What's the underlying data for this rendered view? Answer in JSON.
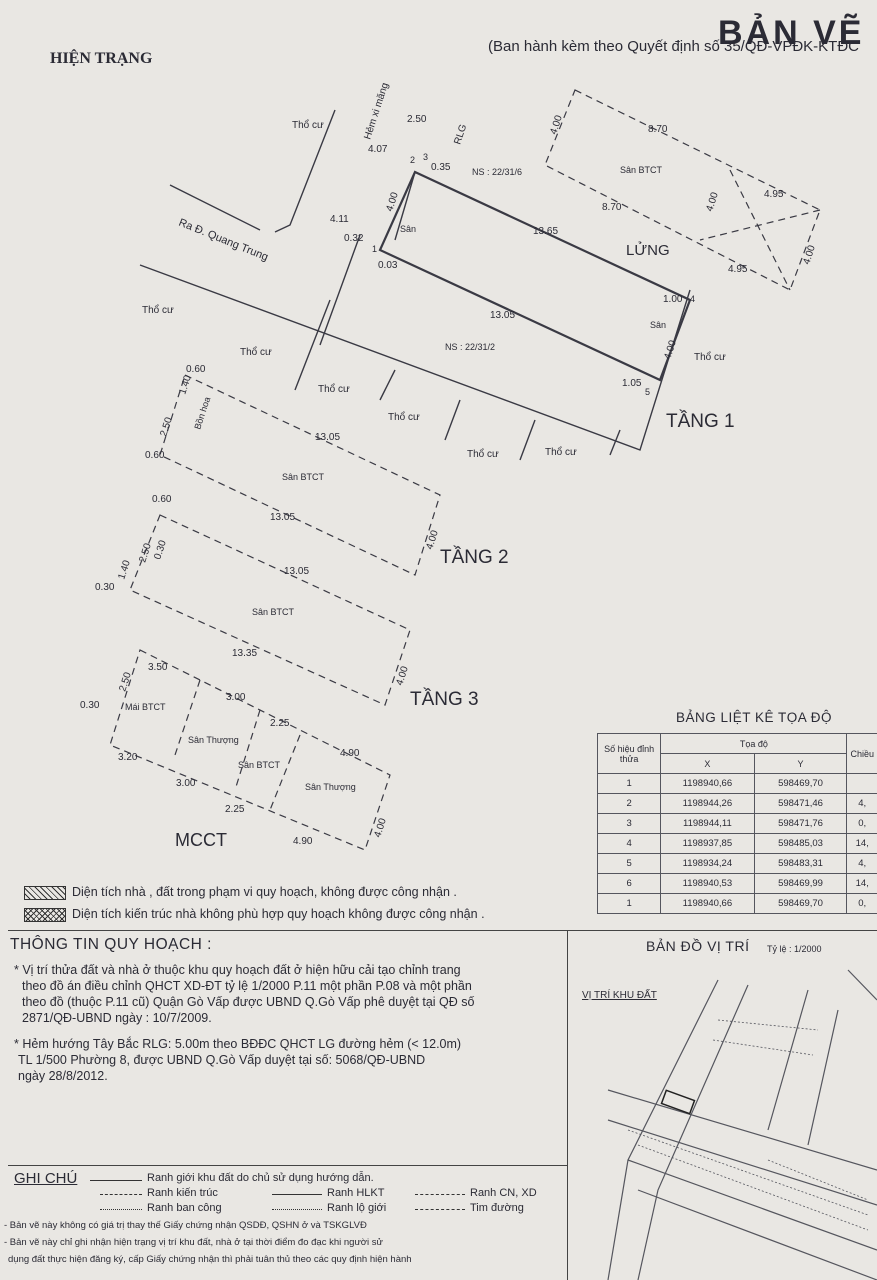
{
  "header": {
    "title": "BẢN VẼ",
    "subtitle": "(Ban hành kèm theo Quyết định số 35/QĐ-VPĐK-KTĐC",
    "left_title": "HIỆN TRẠNG"
  },
  "drawing": {
    "labels": {
      "tho_cu": "Thổ cư",
      "hem": "Hẻm xi măng",
      "rlg": "RLG",
      "ra_duong": "Ra Đ. Quang Trung",
      "ns1": "NS : 22/31/6",
      "ns2": "NS : 22/31/2",
      "san_btct": "Sân BTCT",
      "san": "Sân",
      "lung": "LỬNG",
      "bon_hoa": "Bồn hoa",
      "mai_btct": "Mái BTCT",
      "san_thuong": "Sân Thượng",
      "mcct": "MCCT"
    },
    "floors": {
      "tang1": "TẦNG 1",
      "tang2": "TẦNG 2",
      "tang3": "TẦNG 3"
    },
    "dims": {
      "d250": "2.50",
      "d407": "4.07",
      "d035": "0.35",
      "d400": "4.00",
      "d411": "4.11",
      "d032": "0.32",
      "d003": "0.03",
      "d1365": "13.65",
      "d1305": "13.05",
      "d870": "8.70",
      "d495": "4.95",
      "d100": "1.00",
      "d105": "1.05",
      "d060": "0.60",
      "d140": "1.40",
      "d030": "0.30",
      "d1335": "13.35",
      "d350": "3.50",
      "d300": "3.00",
      "d225": "2.25",
      "d490": "4.90",
      "d320": "3.20",
      "p2": "2",
      "p1": "1",
      "p3": "3",
      "p4": "4",
      "p5": "5"
    }
  },
  "coord_table": {
    "title": "BẢNG LIỆT KÊ TỌA ĐỘ",
    "h_point": "Số hiệu đỉnh thửa",
    "h_coord": "Tọa độ",
    "h_x": "X",
    "h_y": "Y",
    "h_len": "Chiều",
    "rows": [
      {
        "id": "1",
        "x": "1198940,66",
        "y": "598469,70",
        "len": ""
      },
      {
        "id": "2",
        "x": "1198944,26",
        "y": "598471,46",
        "len": "4,"
      },
      {
        "id": "3",
        "x": "1198944,11",
        "y": "598471,76",
        "len": "0,"
      },
      {
        "id": "4",
        "x": "1198937,85",
        "y": "598485,03",
        "len": "14,"
      },
      {
        "id": "5",
        "x": "1198934,24",
        "y": "598483,31",
        "len": "4,"
      },
      {
        "id": "6",
        "x": "1198940,53",
        "y": "598469,99",
        "len": "14,"
      },
      {
        "id": "1",
        "x": "1198940,66",
        "y": "598469,70",
        "len": "0,"
      }
    ]
  },
  "legend": {
    "item1": "Diện tích nhà , đất trong phạm vi quy hoạch, không được công nhận .",
    "item2": "Diện tích kiến trúc nhà không phù hợp quy hoạch không được công nhận ."
  },
  "planning": {
    "heading": "THÔNG TIN QUY HOẠCH :",
    "p1": [
      "* Vị trí thửa đất và nhà ở thuộc khu quy hoạch đất ở hiện hữu cải tạo chỉnh trang",
      "theo đồ án điều chỉnh QHCT XD-ĐT tỷ lệ 1/2000 P.11 một phần P.08 và một phần",
      "theo đồ (thuộc P.11 cũ) Quận Gò Vấp được UBND Q.Gò Vấp phê duyệt tại QĐ số",
      "2871/QĐ-UBND ngày : 10/7/2009."
    ],
    "p2": [
      "* Hẻm hướng Tây Bắc  RLG: 5.00m theo BĐĐC QHCT LG đường hẻm (< 12.0m)",
      "TL 1/500 Phường 8, được UBND Q.Gò Vấp duyệt tại  số: 5068/QĐ-UBND",
      "ngày 28/8/2012."
    ]
  },
  "location_map": {
    "title": "BẢN ĐỒ VỊ TRÍ",
    "scale": "Tỷ lệ : 1/2000",
    "label": "VỊ TRÍ KHU ĐẤT"
  },
  "notes": {
    "heading": "GHI CHÚ",
    "l1": "Ranh giới khu đất do chủ sử dụng hướng dẫn.",
    "l2": "Ranh kiến trúc",
    "l3": "Ranh HLKT",
    "l4": "Ranh CN, XD",
    "l5": "Ranh ban công",
    "l6": "Ranh lộ giới",
    "l7": "Tim đường",
    "n1": "- Bản vẽ này không có giá trị thay thế Giấy chứng nhận QSDĐ, QSHN ở và TSKGLVĐ",
    "n2": "- Bản vẽ này chỉ ghi nhận hiện trạng vị trí khu đất, nhà ở tại thời điểm đo đạc khi người sử",
    "n3": "dụng đất thực hiện đăng ký, cấp Giấy chứng nhận thì phải tuân thủ theo các quy định hiện hành"
  }
}
